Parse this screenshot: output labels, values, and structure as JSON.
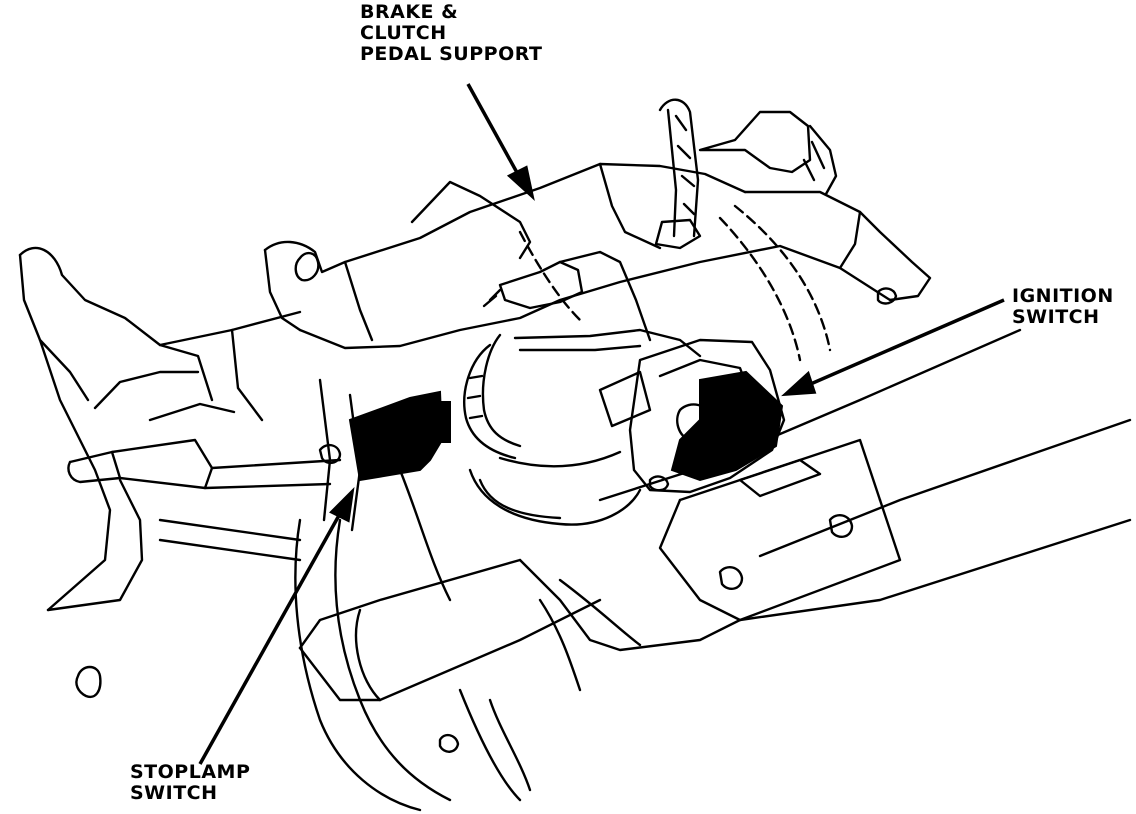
{
  "callouts": {
    "brake_clutch_pedal_support": [
      "BRAKE &",
      "CLUTCH",
      "PEDAL SUPPORT"
    ],
    "ignition_switch": [
      "IGNITION",
      "SWITCH"
    ],
    "stoplamp_switch": [
      "STOPLAMP",
      "SWITCH"
    ]
  },
  "colors": {
    "ink": "#000000",
    "paper": "#ffffff"
  }
}
